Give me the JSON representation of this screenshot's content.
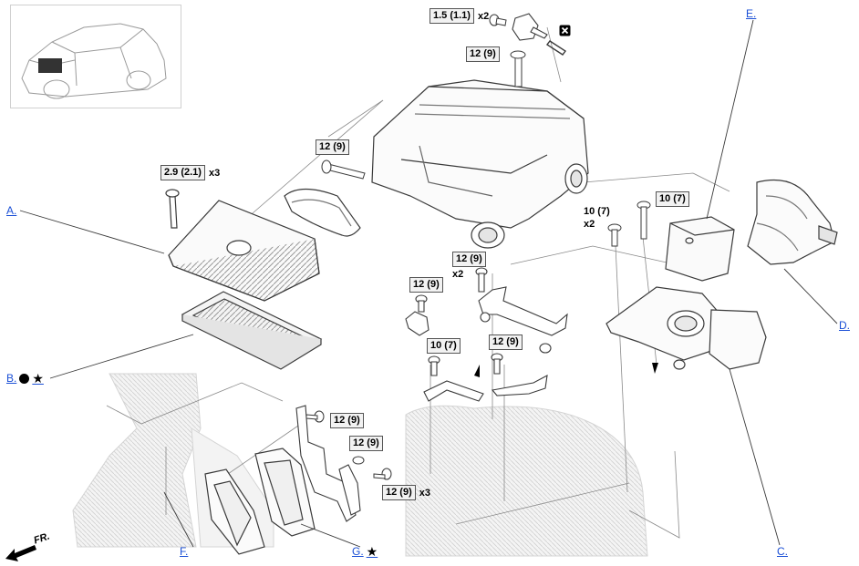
{
  "torque_labels": [
    {
      "value": "1.5 (1.1)",
      "qty": "x2"
    },
    {
      "value": "12 (9)",
      "qty": ""
    },
    {
      "value": "12 (9)",
      "qty": ""
    },
    {
      "value": "2.9 (2.1)",
      "qty": "x3"
    },
    {
      "value": "10 (7)",
      "qty": ""
    },
    {
      "value": "10 (7)",
      "qty": "x2"
    },
    {
      "value": "12 (9)",
      "qty": "x2"
    },
    {
      "value": "12 (9)",
      "qty": ""
    },
    {
      "value": "10 (7)",
      "qty": ""
    },
    {
      "value": "12 (9)",
      "qty": ""
    },
    {
      "value": "12 (9)",
      "qty": ""
    },
    {
      "value": "12 (9)",
      "qty": ""
    },
    {
      "value": "12 (9)",
      "qty": "x3"
    }
  ],
  "callouts": {
    "A": "A.",
    "B": "B.",
    "C": "C.",
    "D": "D.",
    "E": "E.",
    "F": "F.",
    "G": "G."
  },
  "markers": {
    "B": [
      "dot",
      "star"
    ],
    "G": [
      "star"
    ]
  },
  "front_label": "FR.",
  "icons": [
    "do-not-reuse-icon",
    "front-direction-arrow-icon",
    "star-icon",
    "dot-icon"
  ],
  "colors": {
    "link": "#1a4fd6",
    "line": "#3a3a3a",
    "ghost": "#c8c8c8"
  }
}
